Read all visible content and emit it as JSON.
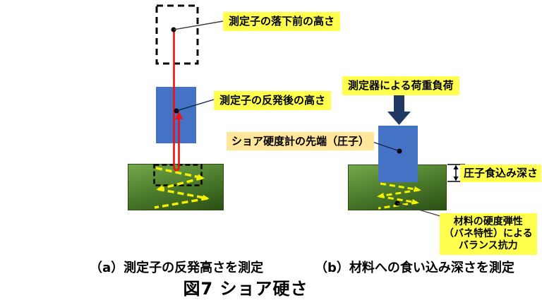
{
  "figure": {
    "title": "図7 ショア硬さ",
    "panel_a": {
      "caption": "（a）測定子の反発高さを測定",
      "labels": {
        "height_before_drop": "測定子の落下前の高さ",
        "height_after_rebound": "測定子の反発後の高さ"
      }
    },
    "panel_b": {
      "caption": "（b）材料への食い込み深さを測定",
      "labels": {
        "load_by_device": "測定器による荷重負荷",
        "indenter_tip": "ショア硬度計の先端（圧子）",
        "indentation_depth": "圧子食込み深さ",
        "balance_resistance_line1": "材料の硬度弾性",
        "balance_resistance_line2": "（バネ特性）による",
        "balance_resistance_line3": "バランス抗力"
      }
    },
    "colors": {
      "label_yellow": "#FFFF4D",
      "label_tan": "#FFE699",
      "indenter_blue": "#4472C4",
      "material_green_light": "#74A84B",
      "material_green_dark": "#2B5014",
      "load_arrow_navy": "#1F3864",
      "rebound_red": "#EE1111",
      "spring_yellow": "#F2F200"
    }
  }
}
